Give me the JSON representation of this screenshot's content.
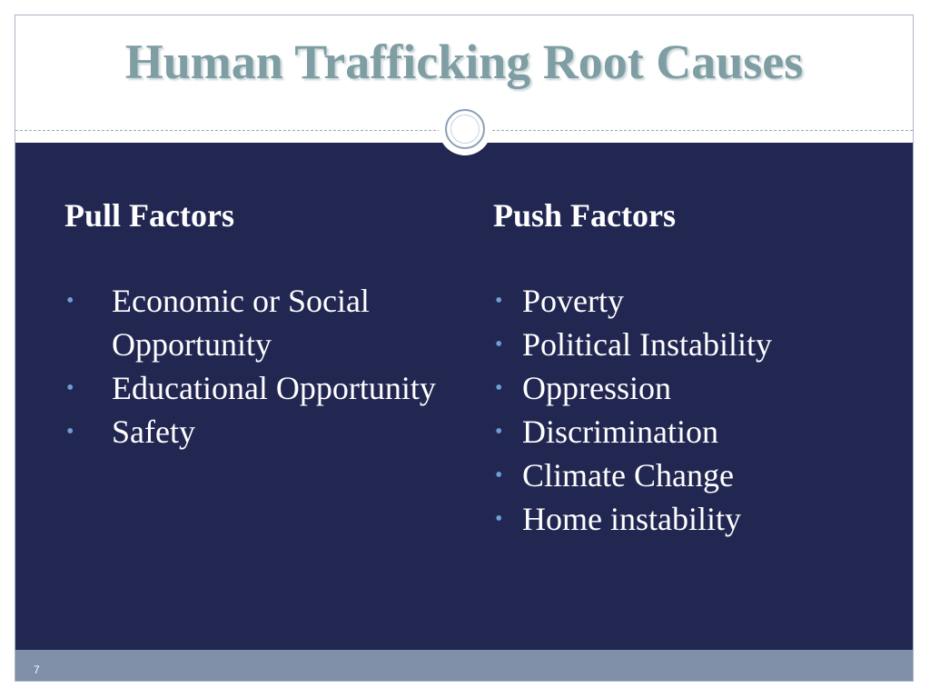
{
  "slide": {
    "title": "Human Trafficking Root Causes",
    "page_number": "7"
  },
  "pull": {
    "heading": "Pull Factors",
    "items": [
      "Economic or Social Opportunity",
      "Educational Opportunity",
      "Safety"
    ]
  },
  "push": {
    "heading": "Push Factors",
    "items": [
      "Poverty",
      "Political Instability",
      "Oppression",
      "Discrimination",
      "Climate Change",
      "Home instability"
    ]
  },
  "colors": {
    "title": "#7f9ea4",
    "body_background": "#222752",
    "bullet": "#6f9ed4",
    "footer": "#7f8fa8"
  }
}
